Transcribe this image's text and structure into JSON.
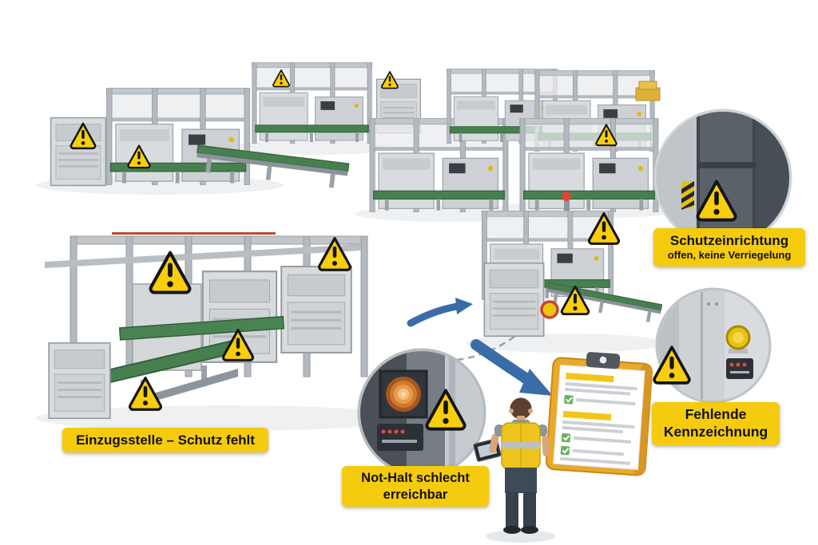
{
  "labels": {
    "einzugsstelle": "Einzugsstelle – Schutz fehlt",
    "schutzeinrichtung": {
      "line1": "Schutzeinrichtung",
      "line2": "offen, keine Verriegelung"
    },
    "nothalt": {
      "line1": "Not-Halt schlecht",
      "line2": "erreichbar"
    },
    "kennzeichnung": {
      "line1": "Fehlende",
      "line2": "Kennzeichnung"
    }
  },
  "colors": {
    "background": "#FFFFFF",
    "label_background": "#F5CB0D",
    "label_text": "#111111",
    "warning_triangle_fill": "#F8CE0A",
    "warning_triangle_border": "#141414",
    "arrow_blue": "#3A6CA8",
    "conveyor_green": "#47804F",
    "machine_light_gray": "#D9DCDF",
    "machine_dark_gray": "#5A6168",
    "clipboard_yellow": "#EAA928",
    "vest_yellow": "#EDC41D",
    "estop_button_yellow": "#E7C214",
    "coil_orange": "#CF7A2E",
    "check_green": "#6CB261"
  },
  "icons": {
    "warning-triangle-icon": "yellow triangle with black exclamation mark",
    "emergency-stop-button-icon": "round yellow button without marking",
    "signal-beacon-icon": "red beacon light on machine",
    "checkmark-icon": "✓",
    "clipboard-clip-icon": "metal clip"
  }
}
